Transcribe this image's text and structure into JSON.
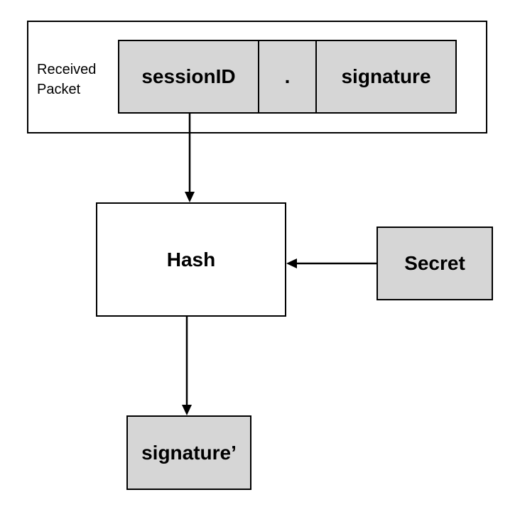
{
  "packet": {
    "label": "Received\nPacket",
    "segments": {
      "session_id": "sessionID",
      "separator": ".",
      "signature": "signature"
    }
  },
  "hash": {
    "label": "Hash"
  },
  "secret": {
    "label": "Secret"
  },
  "output": {
    "label": "signature’"
  },
  "colors": {
    "fill": "#d6d6d6",
    "stroke": "#000000",
    "background": "#ffffff"
  }
}
